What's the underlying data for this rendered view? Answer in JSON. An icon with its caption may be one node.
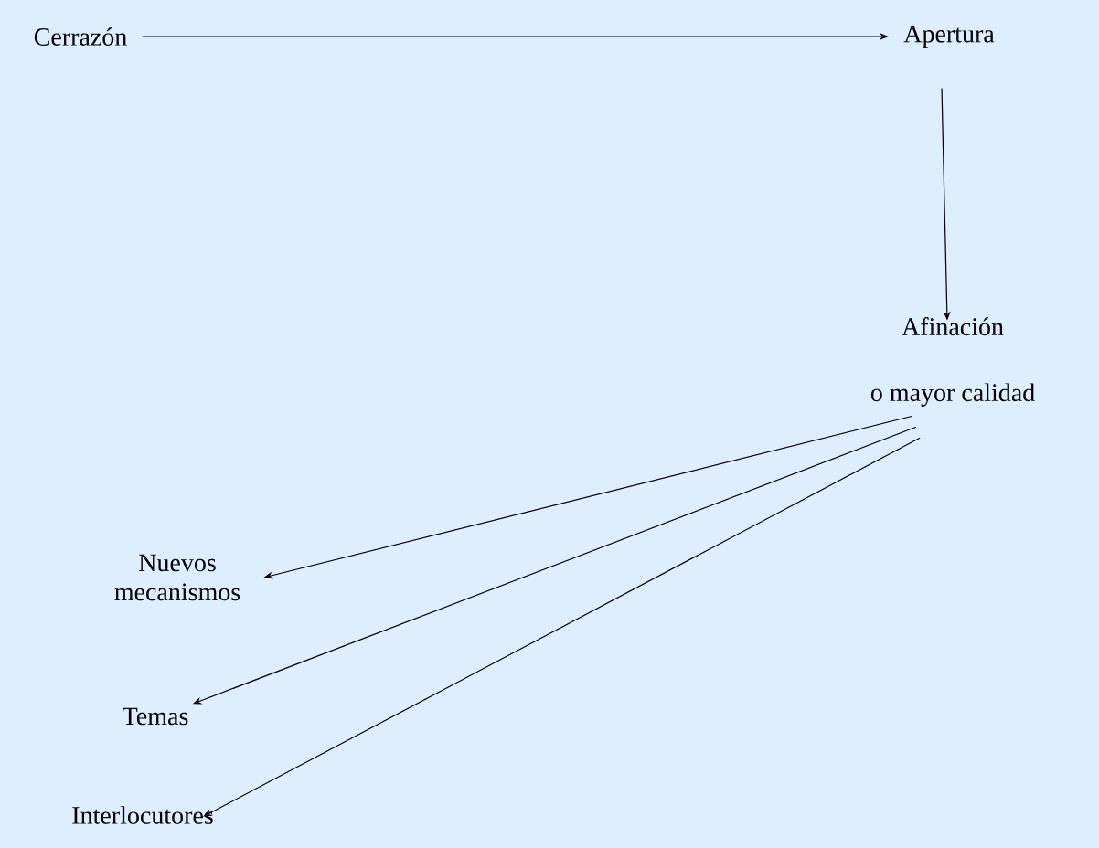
{
  "diagram": {
    "nodes": [
      {
        "text": [
          "Cerrazón"
        ]
      },
      {
        "text": [
          "Apertura"
        ]
      },
      {
        "text": [
          "Afinación",
          "o mayor calidad"
        ]
      },
      {
        "text": [
          "Nuevos mecanismos"
        ]
      },
      {
        "text": [
          "Temas"
        ]
      },
      {
        "text": [
          "Interlocutores"
        ]
      }
    ],
    "edges": [
      {
        "from": 0,
        "to": 1,
        "arrow": "to"
      },
      {
        "from": 1,
        "to": 2,
        "arrow": "to"
      },
      {
        "from": 2,
        "to": 3,
        "arrow": "to"
      },
      {
        "from": 2,
        "to": 4,
        "arrow": "to"
      },
      {
        "from": 2,
        "to": 5,
        "arrow": "to"
      }
    ]
  }
}
